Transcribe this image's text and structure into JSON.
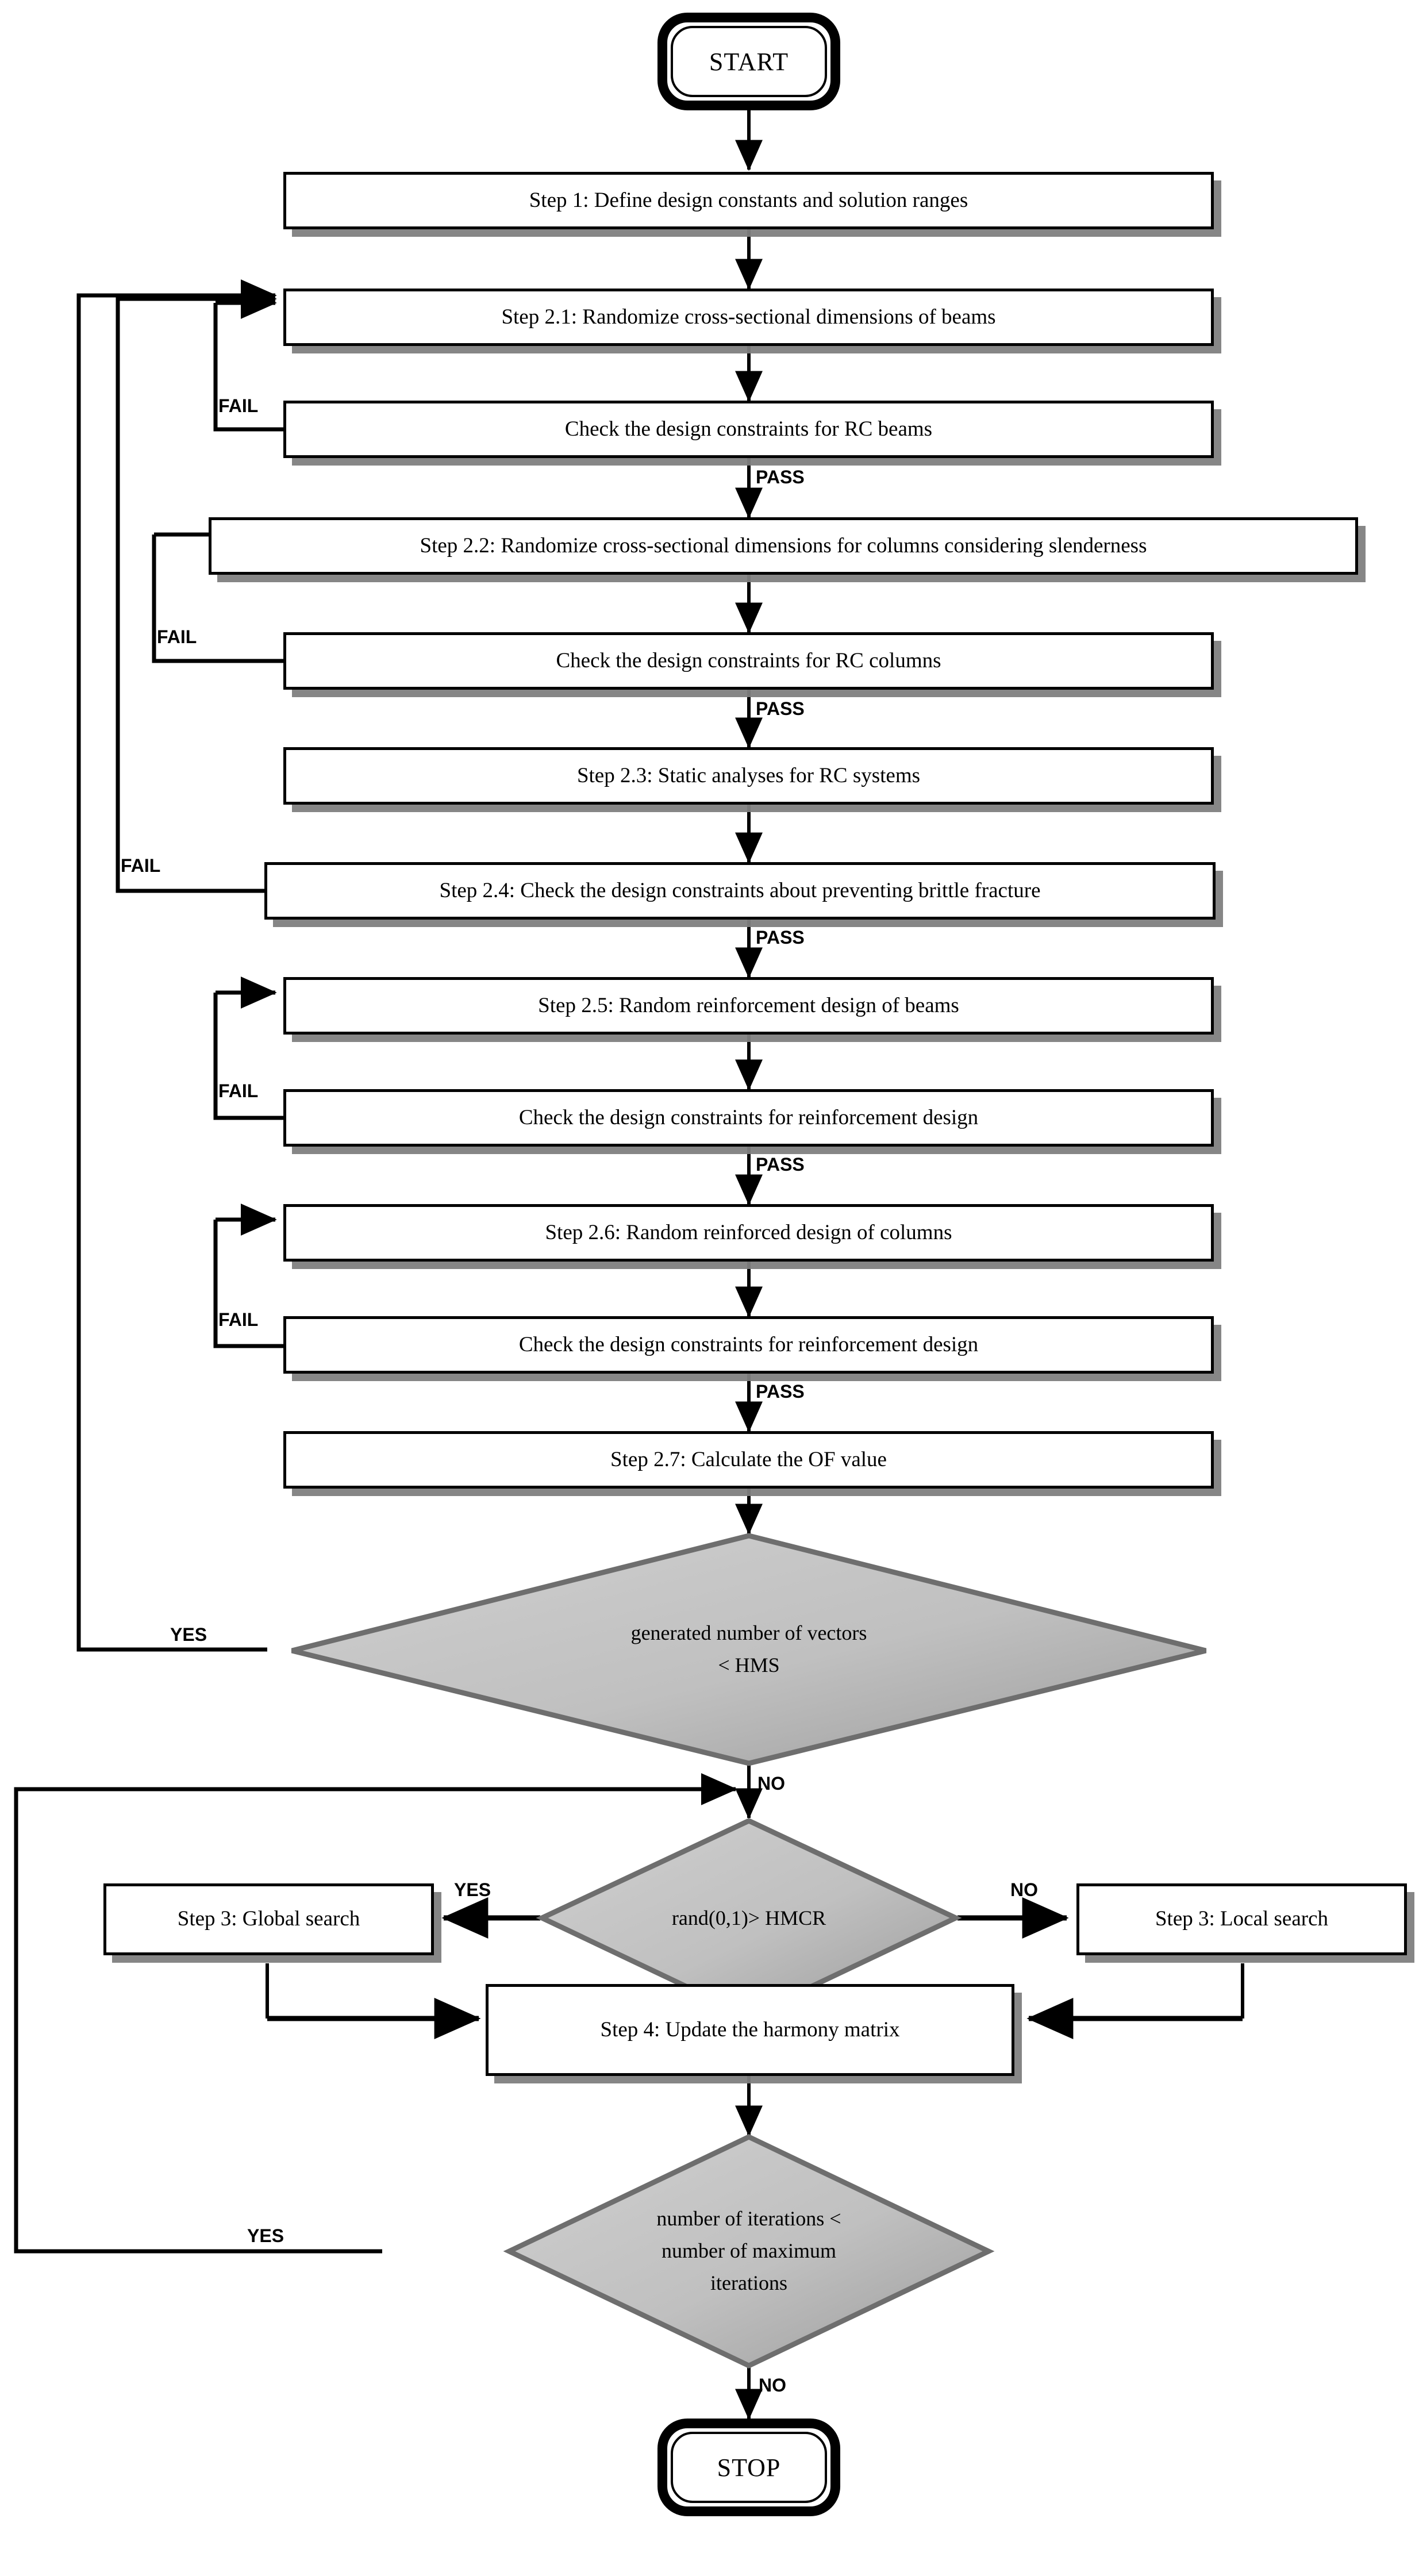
{
  "diagram": {
    "title": "Harmony Search optimization flowchart for RC structural design",
    "colors": {
      "shape_border": "#000000",
      "box_fill": "#ffffff",
      "box_shadow": "#808080",
      "diamond_fill_light": "#c9c9c9",
      "diamond_fill_dark": "#9a9a9a",
      "diamond_border": "#6e6e6e",
      "connector": "#000000"
    },
    "terminators": {
      "start": "START",
      "stop": "STOP"
    },
    "processes": [
      {
        "id": "step1",
        "label": "Step 1: Define design constants and solution ranges"
      },
      {
        "id": "step21",
        "label": "Step 2.1: Randomize cross-sectional dimensions of beams"
      },
      {
        "id": "check_beams",
        "label": "Check the design constraints for RC beams"
      },
      {
        "id": "step22",
        "label": "Step 2.2: Randomize cross-sectional dimensions for columns considering slenderness"
      },
      {
        "id": "check_cols",
        "label": "Check the design constraints for RC columns"
      },
      {
        "id": "step23",
        "label": "Step 2.3: Static analyses for RC systems"
      },
      {
        "id": "step24",
        "label": "Step 2.4: Check the design constraints about preventing brittle fracture"
      },
      {
        "id": "step25",
        "label": "Step 2.5: Random reinforcement design of beams"
      },
      {
        "id": "check_rein1",
        "label": "Check the design constraints for reinforcement design"
      },
      {
        "id": "step26",
        "label": "Step 2.6: Random reinforced design of columns"
      },
      {
        "id": "check_rein2",
        "label": "Check the design constraints for reinforcement design"
      },
      {
        "id": "step27",
        "label": "Step 2.7: Calculate the OF value"
      },
      {
        "id": "step3_global",
        "label": "Step 3: Global search"
      },
      {
        "id": "step3_local",
        "label": "Step 3: Local search"
      },
      {
        "id": "step4",
        "label": "Step 4: Update the harmony matrix"
      }
    ],
    "decisions": [
      {
        "id": "dec_hms",
        "lines": [
          "generated number of vectors",
          "< HMS"
        ]
      },
      {
        "id": "dec_hmcr",
        "lines": [
          "rand(0,1)> HMCR"
        ]
      },
      {
        "id": "dec_iter",
        "lines": [
          "number of iterations <",
          "number of maximum",
          "iterations"
        ]
      }
    ],
    "edge_labels": {
      "fail_beams": "FAIL",
      "pass_beams": "PASS",
      "fail_cols": "FAIL",
      "pass_cols": "PASS",
      "fail_brittle": "FAIL",
      "pass_brittle": "PASS",
      "fail_rein1": "FAIL",
      "pass_rein1": "PASS",
      "fail_rein2": "FAIL",
      "pass_rein2": "PASS",
      "hms_yes": "YES",
      "hms_no": "NO",
      "hmcr_yes": "YES",
      "hmcr_no": "NO",
      "iter_yes": "YES",
      "iter_no": "NO"
    }
  }
}
